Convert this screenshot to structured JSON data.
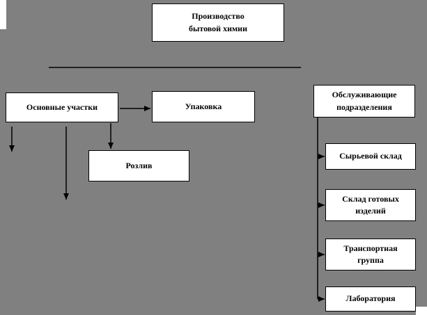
{
  "colors": {
    "page_bg": "#ffffff",
    "canvas_bg": "#808080",
    "node_bg": "#ffffff",
    "node_border": "#000000",
    "line_color": "#000000"
  },
  "nodes": {
    "root": {
      "label": "Производство\nбытовой химии"
    },
    "main_sections": {
      "label": "Основные участки"
    },
    "packaging": {
      "label": "Упаковка"
    },
    "bottling": {
      "label": "Розлив"
    },
    "service": {
      "label": "Обслуживающие\nподразделения"
    },
    "raw_warehouse": {
      "label": "Сырьевой склад"
    },
    "finished_warehouse": {
      "label": "Склад готовых\nизделий"
    },
    "transport_group": {
      "label": "Транспортная\nгруппа"
    },
    "laboratory": {
      "label": "Лаборатория"
    }
  }
}
